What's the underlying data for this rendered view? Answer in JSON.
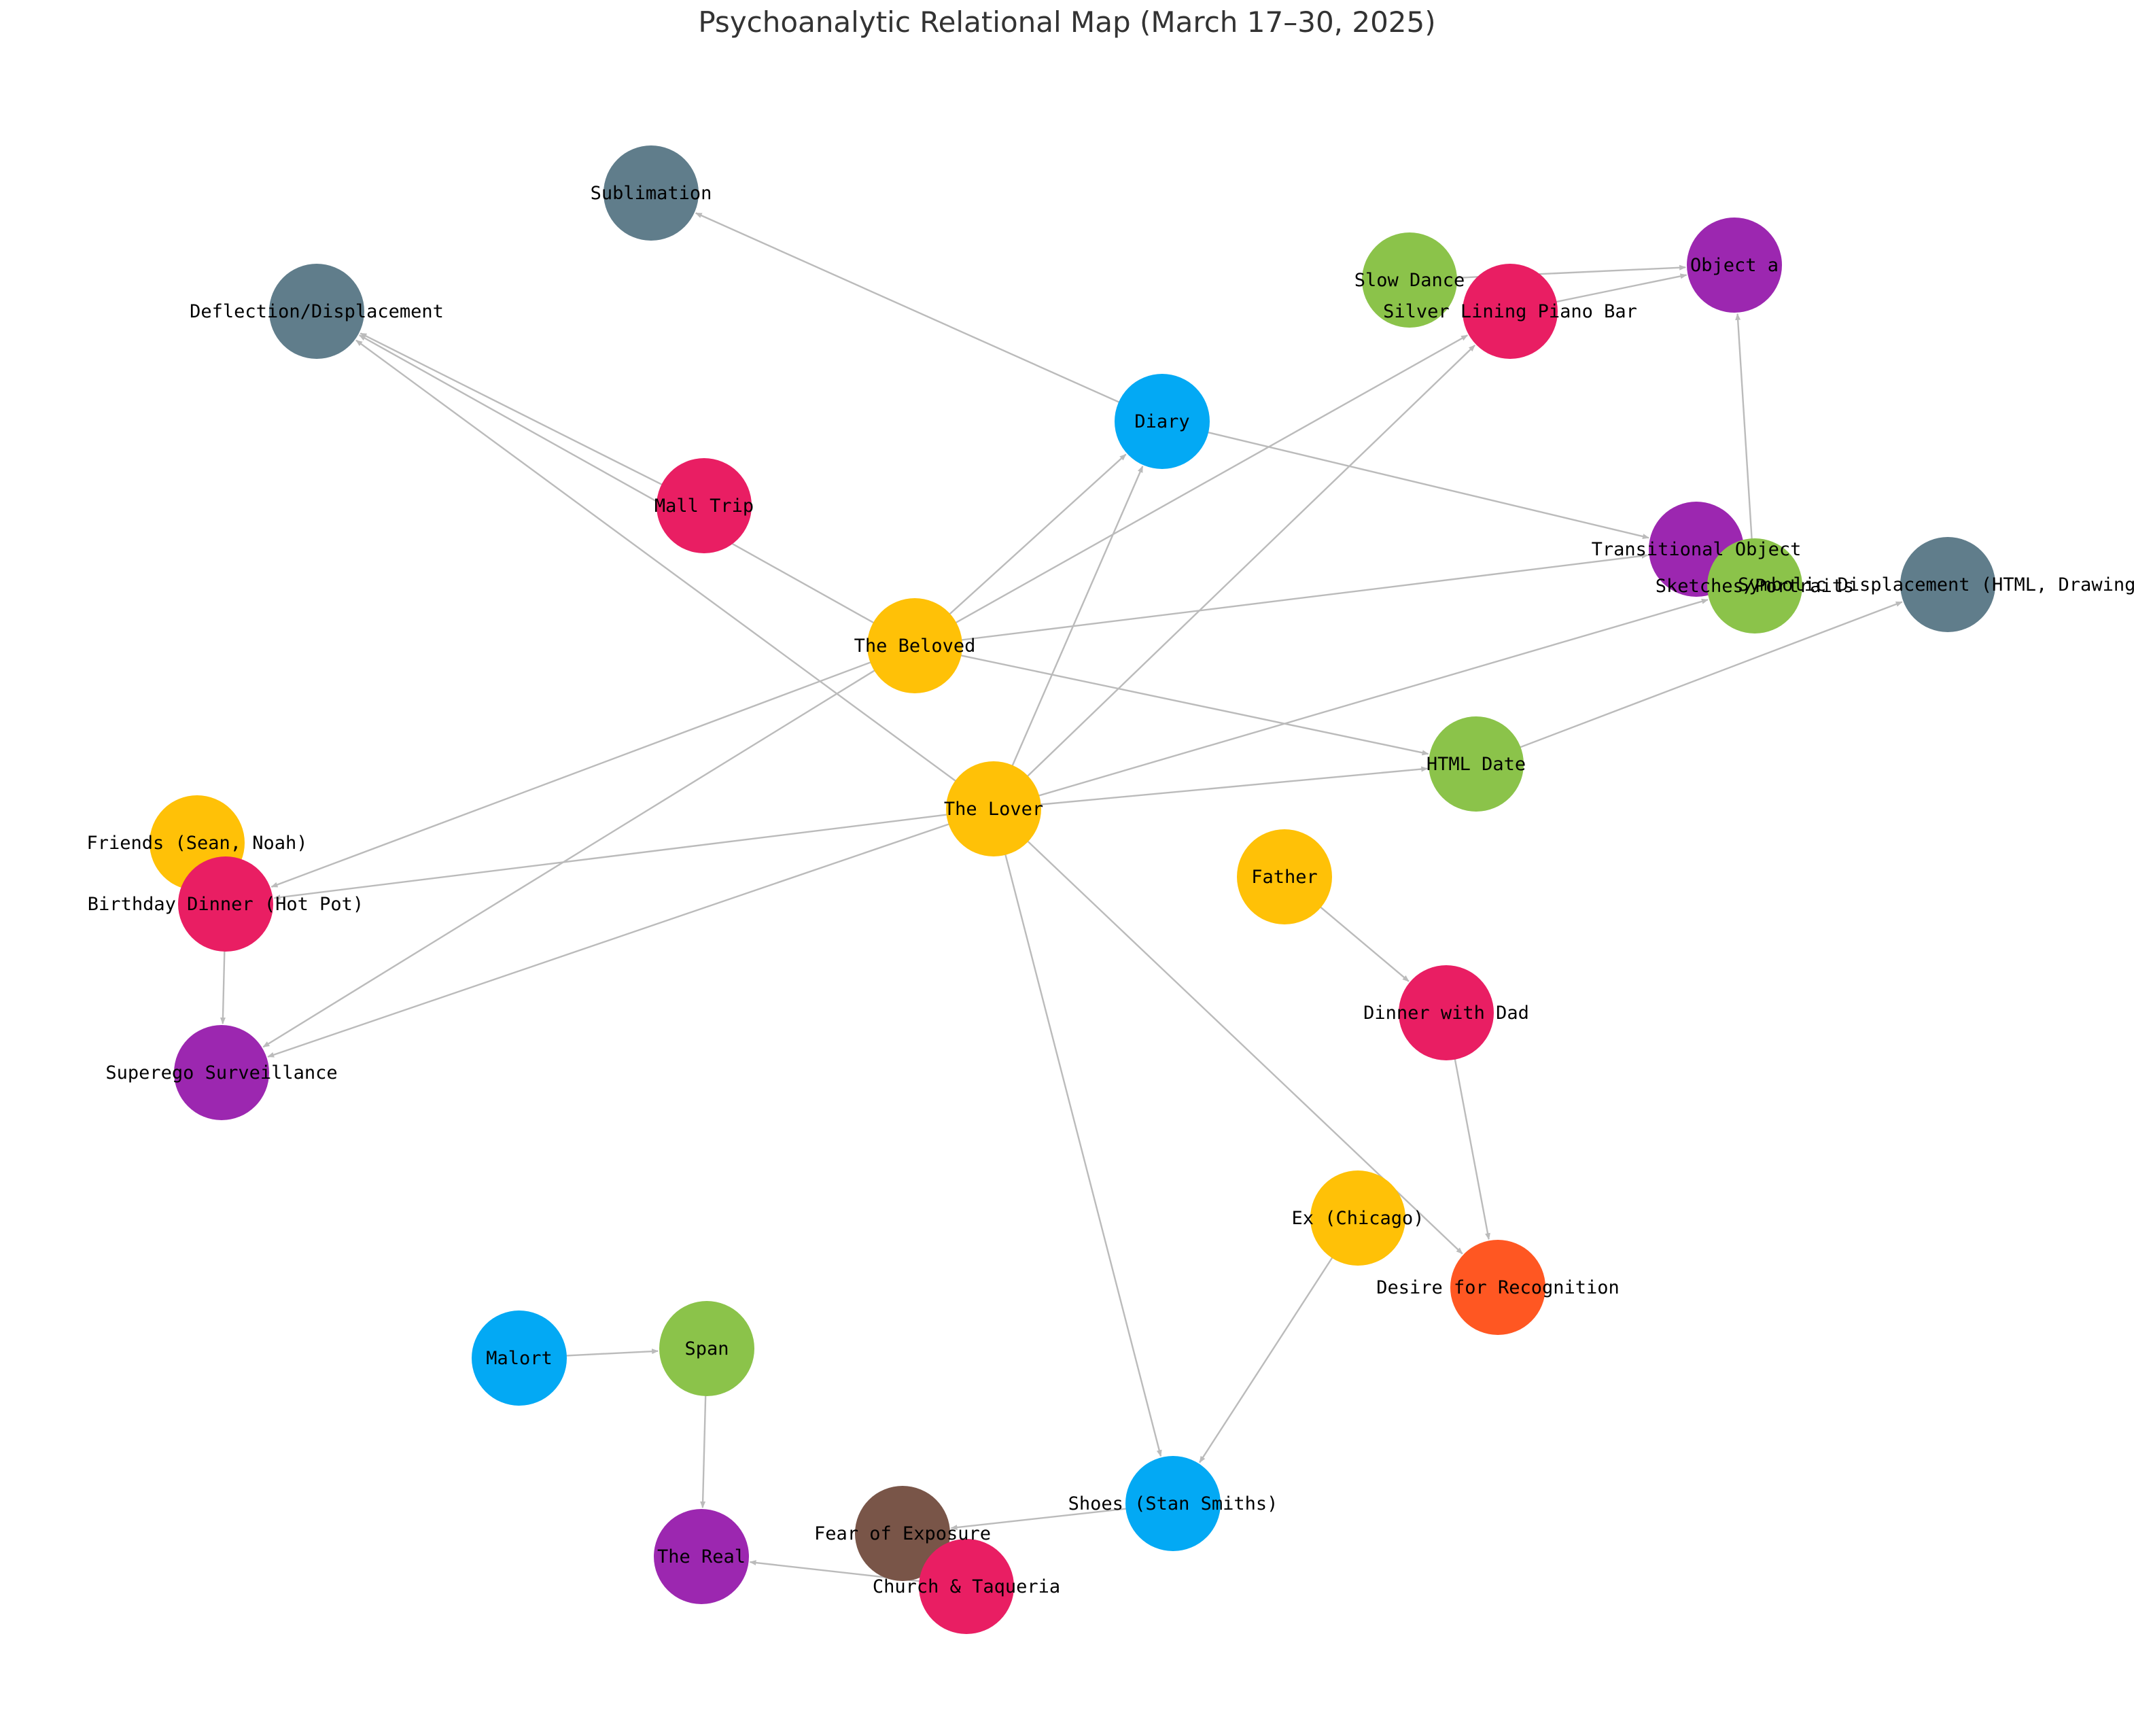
{
  "title": "Psychoanalytic Relational Map (March 17–30, 2025)",
  "colors": {
    "person": "#FFC107",
    "event": "#E91E63",
    "object": "#03A9F4",
    "activity": "#8BC34A",
    "concept": "#9C27B0",
    "defense": "#607D8B",
    "recognition": "#FF5722",
    "fear": "#795548",
    "edge": "#bbbbbb"
  },
  "nodes": [
    {
      "id": "sublimation",
      "label": "Sublimation",
      "color": "#607D8B"
    },
    {
      "id": "deflection",
      "label": "Deflection/Displacement",
      "color": "#607D8B"
    },
    {
      "id": "slow_dance",
      "label": "Slow Dance",
      "color": "#8BC34A"
    },
    {
      "id": "piano_bar",
      "label": "Silver Lining Piano Bar",
      "color": "#E91E63"
    },
    {
      "id": "object_a",
      "label": "Object a",
      "color": "#9C27B0"
    },
    {
      "id": "diary",
      "label": "Diary",
      "color": "#03A9F4"
    },
    {
      "id": "mall_trip",
      "label": "Mall Trip",
      "color": "#E91E63"
    },
    {
      "id": "transitional",
      "label": "Transitional Object",
      "color": "#9C27B0"
    },
    {
      "id": "sketches",
      "label": "Sketches/Portraits",
      "color": "#8BC34A"
    },
    {
      "id": "symbolic",
      "label": "Symbolic Displacement (HTML, Drawings)",
      "color": "#607D8B"
    },
    {
      "id": "beloved",
      "label": "The Beloved",
      "color": "#FFC107"
    },
    {
      "id": "html_date",
      "label": "HTML Date",
      "color": "#8BC34A"
    },
    {
      "id": "lover",
      "label": "The Lover",
      "color": "#FFC107"
    },
    {
      "id": "friends",
      "label": "Friends (Sean, Noah)",
      "color": "#FFC107"
    },
    {
      "id": "birthday",
      "label": "Birthday Dinner (Hot Pot)",
      "color": "#E91E63"
    },
    {
      "id": "father",
      "label": "Father",
      "color": "#FFC107"
    },
    {
      "id": "dinner_dad",
      "label": "Dinner with Dad",
      "color": "#E91E63"
    },
    {
      "id": "superego",
      "label": "Superego Surveillance",
      "color": "#9C27B0"
    },
    {
      "id": "ex",
      "label": "Ex (Chicago)",
      "color": "#FFC107"
    },
    {
      "id": "recognition",
      "label": "Desire for Recognition",
      "color": "#FF5722"
    },
    {
      "id": "malort",
      "label": "Malort",
      "color": "#03A9F4"
    },
    {
      "id": "span",
      "label": "Span",
      "color": "#8BC34A"
    },
    {
      "id": "shoes",
      "label": "Shoes (Stan Smiths)",
      "color": "#03A9F4"
    },
    {
      "id": "fear",
      "label": "Fear of Exposure",
      "color": "#795548"
    },
    {
      "id": "real",
      "label": "The Real",
      "color": "#9C27B0"
    },
    {
      "id": "church",
      "label": "Church & Taqueria",
      "color": "#E91E63"
    }
  ],
  "edges": [
    {
      "from": "diary",
      "to": "sublimation"
    },
    {
      "from": "diary",
      "to": "transitional"
    },
    {
      "from": "mall_trip",
      "to": "deflection"
    },
    {
      "from": "lover",
      "to": "deflection"
    },
    {
      "from": "beloved",
      "to": "deflection"
    },
    {
      "from": "slow_dance",
      "to": "object_a"
    },
    {
      "from": "piano_bar",
      "to": "object_a"
    },
    {
      "from": "sketches",
      "to": "object_a"
    },
    {
      "from": "beloved",
      "to": "diary"
    },
    {
      "from": "lover",
      "to": "diary"
    },
    {
      "from": "beloved",
      "to": "piano_bar"
    },
    {
      "from": "lover",
      "to": "piano_bar"
    },
    {
      "from": "beloved",
      "to": "transitional"
    },
    {
      "from": "lover",
      "to": "sketches"
    },
    {
      "from": "beloved",
      "to": "html_date"
    },
    {
      "from": "lover",
      "to": "html_date"
    },
    {
      "from": "html_date",
      "to": "symbolic"
    },
    {
      "from": "beloved",
      "to": "birthday"
    },
    {
      "from": "lover",
      "to": "birthday"
    },
    {
      "from": "beloved",
      "to": "superego"
    },
    {
      "from": "lover",
      "to": "superego"
    },
    {
      "from": "birthday",
      "to": "superego"
    },
    {
      "from": "father",
      "to": "dinner_dad"
    },
    {
      "from": "dinner_dad",
      "to": "recognition"
    },
    {
      "from": "lover",
      "to": "recognition"
    },
    {
      "from": "lover",
      "to": "shoes"
    },
    {
      "from": "ex",
      "to": "shoes"
    },
    {
      "from": "shoes",
      "to": "fear"
    },
    {
      "from": "malort",
      "to": "span"
    },
    {
      "from": "span",
      "to": "real"
    },
    {
      "from": "church",
      "to": "real"
    }
  ]
}
